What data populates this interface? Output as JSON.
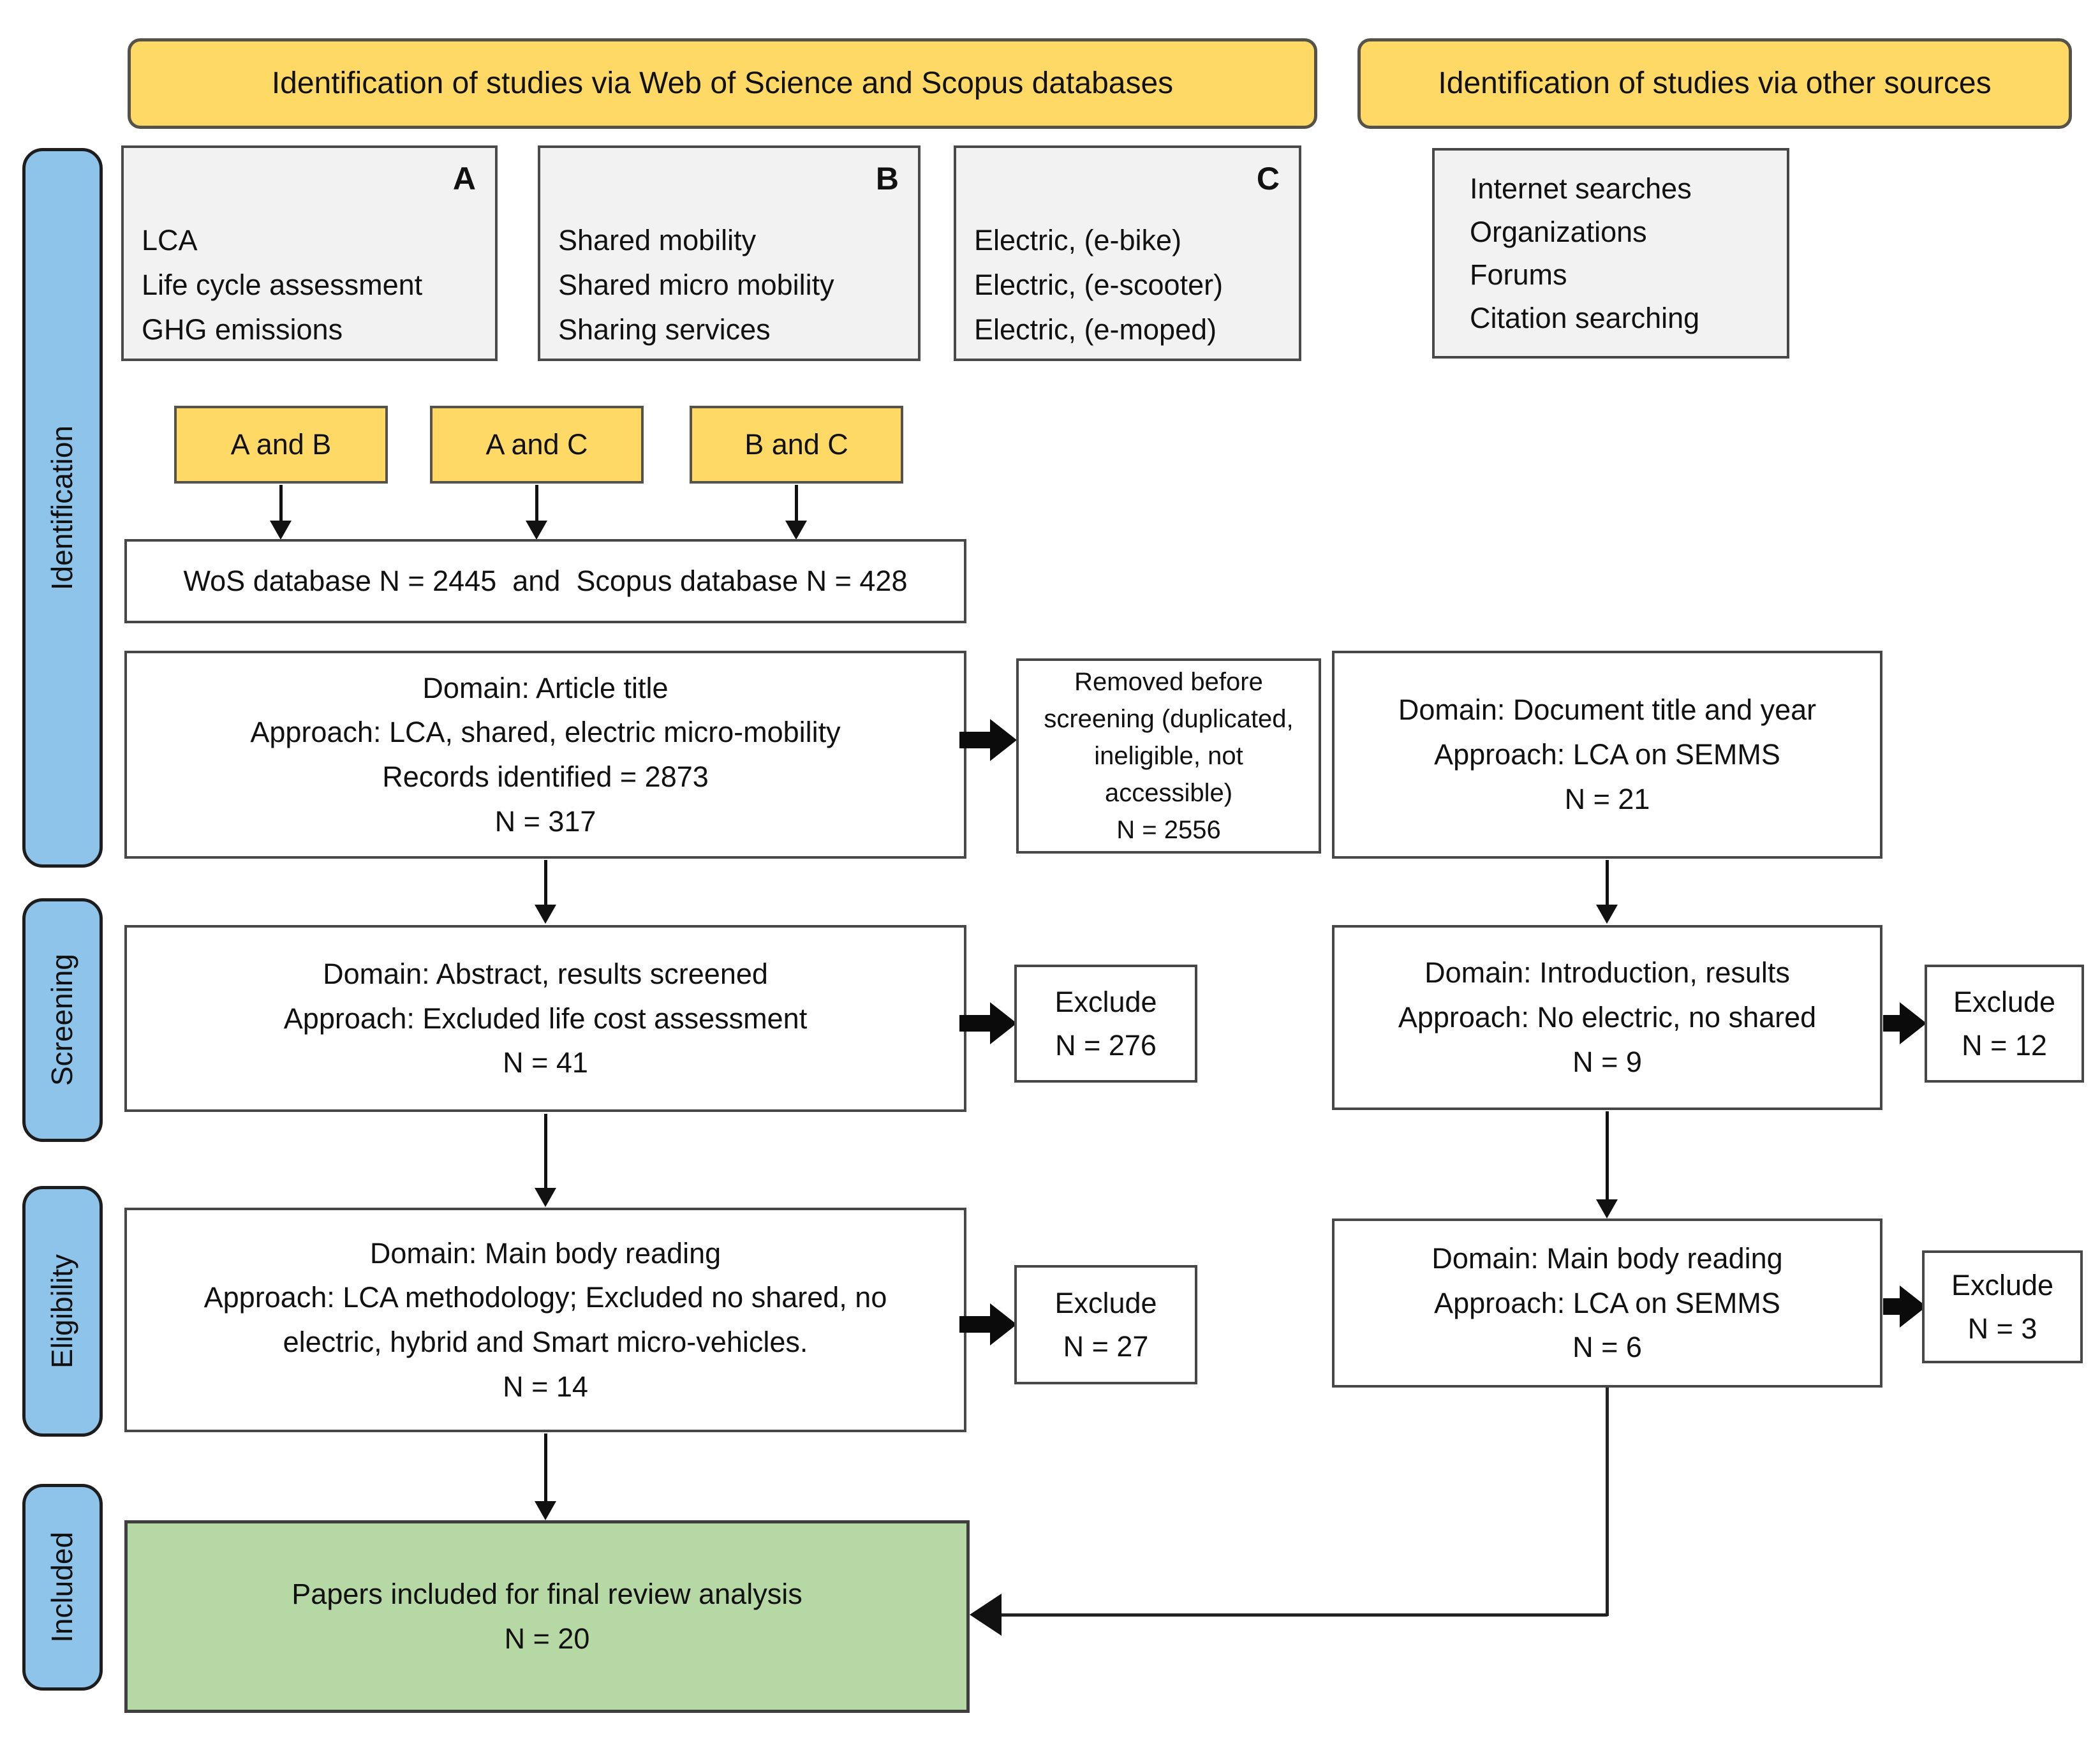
{
  "colors": {
    "header_fill": "#FFD966",
    "stage_fill": "#8FC4EA",
    "keyword_fill": "#F2F2F2",
    "included_fill": "#B5D8A5",
    "box_border": "#474747",
    "arrow_color": "#111111"
  },
  "headers": {
    "left": "Identification of studies via Web of Science and Scopus databases",
    "right": "Identification of studies via other sources"
  },
  "sidebar": {
    "stages": [
      "Identification",
      "Screening",
      "Eligibility",
      "Included"
    ]
  },
  "keywords": {
    "a": {
      "label": "A",
      "lines": [
        "LCA",
        "Life cycle assessment",
        "GHG emissions"
      ]
    },
    "b": {
      "label": "B",
      "lines": [
        "Shared mobility",
        "Shared micro mobility",
        "Sharing services"
      ]
    },
    "c": {
      "label": "C",
      "lines": [
        "Electric, (e-bike)",
        "Electric, (e-scooter)",
        "Electric, (e-moped)"
      ]
    },
    "other_sources": {
      "lines": [
        "Internet searches",
        "Organizations",
        "Forums",
        "Citation searching"
      ]
    }
  },
  "combinations": [
    "A and B",
    "A and C",
    "B and C"
  ],
  "database_bar": "WoS database N = 2445  and  Scopus database N = 428",
  "main_flow": {
    "identification": {
      "lines": [
        "Domain: Article title",
        "Approach: LCA, shared, electric micro-mobility",
        "Records identified = 2873",
        "N = 317"
      ]
    },
    "removed": {
      "lines": [
        "Removed before screening (duplicated, ineligible, not accessible)",
        "N = 2556"
      ]
    },
    "screening": {
      "lines": [
        "Domain: Abstract, results screened",
        "Approach: Excluded life cost assessment",
        "N = 41"
      ]
    },
    "screening_exclude": {
      "lines": [
        "Exclude",
        "N = 276"
      ]
    },
    "eligibility": {
      "lines": [
        "Domain: Main body reading",
        "Approach: LCA methodology; Excluded no shared, no electric, hybrid and Smart micro-vehicles.",
        "N = 14"
      ]
    },
    "eligibility_exclude": {
      "lines": [
        "Exclude",
        "N = 27"
      ]
    },
    "included": {
      "lines": [
        "Papers included for final review analysis",
        "N = 20"
      ]
    }
  },
  "other_flow": {
    "identification": {
      "lines": [
        "Domain: Document title and year",
        "Approach: LCA on SEMMS",
        "N = 21"
      ]
    },
    "screening": {
      "lines": [
        "Domain: Introduction, results",
        "Approach: No electric, no shared",
        "N = 9"
      ]
    },
    "screening_exclude": {
      "lines": [
        "Exclude",
        "N = 12"
      ]
    },
    "eligibility": {
      "lines": [
        "Domain: Main body reading",
        "Approach: LCA on SEMMS",
        "N = 6"
      ]
    },
    "eligibility_exclude": {
      "lines": [
        "Exclude",
        "N = 3"
      ]
    }
  }
}
